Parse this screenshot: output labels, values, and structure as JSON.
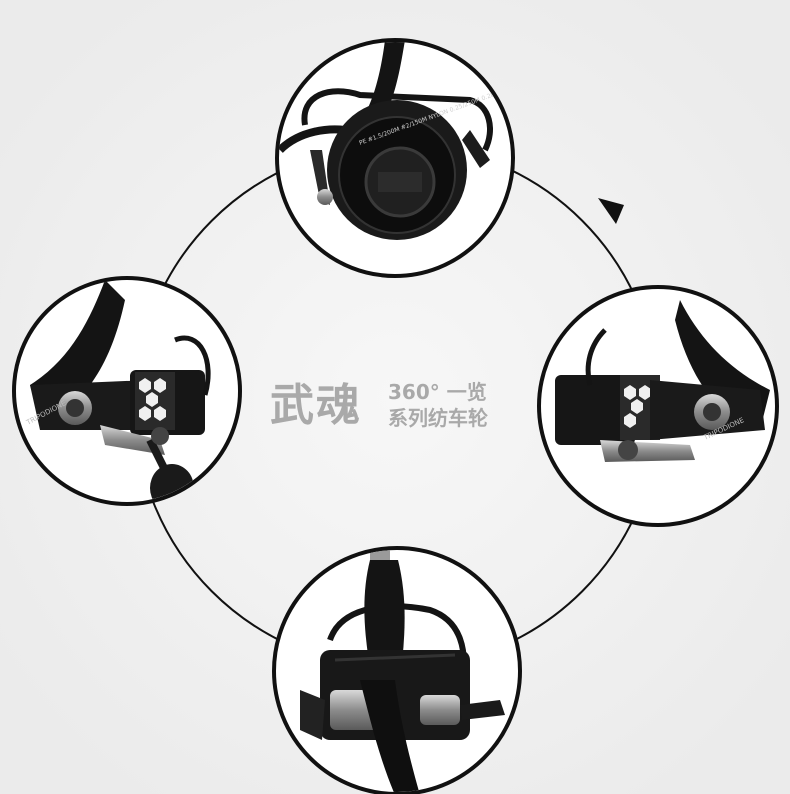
{
  "title": {
    "main": "武魂",
    "sub_line1": "360° 一览",
    "sub_line2": "系列纺车轮"
  },
  "reel_spool_text": "PE #1.5/200M #2/150M NYLON 0.25/250M 0.285/180M 5.2:1",
  "side_brand_text": "TRIPODIONE",
  "colors": {
    "background": "#f2f2f2",
    "ring_stroke": "#111111",
    "title_gray": "#a9a9a9",
    "reel_black": "#141414",
    "chrome": "#9a9a9a"
  }
}
